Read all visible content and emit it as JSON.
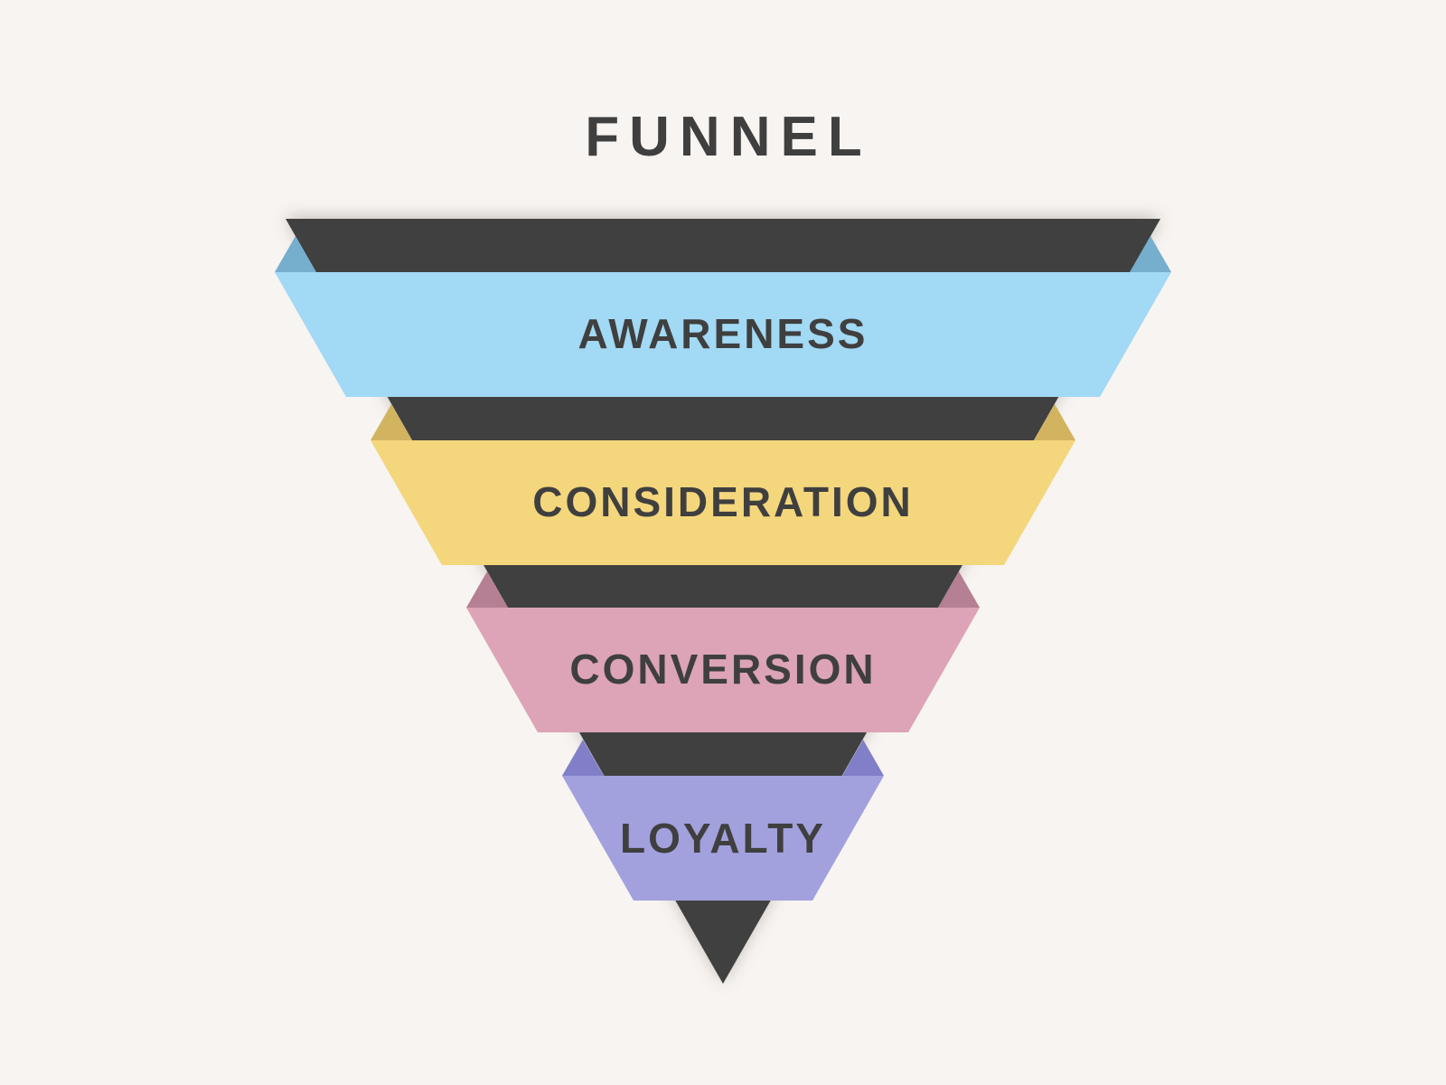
{
  "title": "FUNNEL",
  "colors": {
    "background": "#f8f4f1",
    "funnel_dark": "#404040",
    "label_text": "#3f3f3f",
    "title_text": "#3f3f3f"
  },
  "stages": [
    {
      "label": "AWARENESS",
      "color": "#a2d9f4",
      "fold_color": "#76aecd"
    },
    {
      "label": "CONSIDERATION",
      "color": "#f4d67c",
      "fold_color": "#d2b35f"
    },
    {
      "label": "CONVERSION",
      "color": "#dca4b6",
      "fold_color": "#b58093"
    },
    {
      "label": "LOYALTY",
      "color": "#a2a1de",
      "fold_color": "#817fc8"
    }
  ]
}
